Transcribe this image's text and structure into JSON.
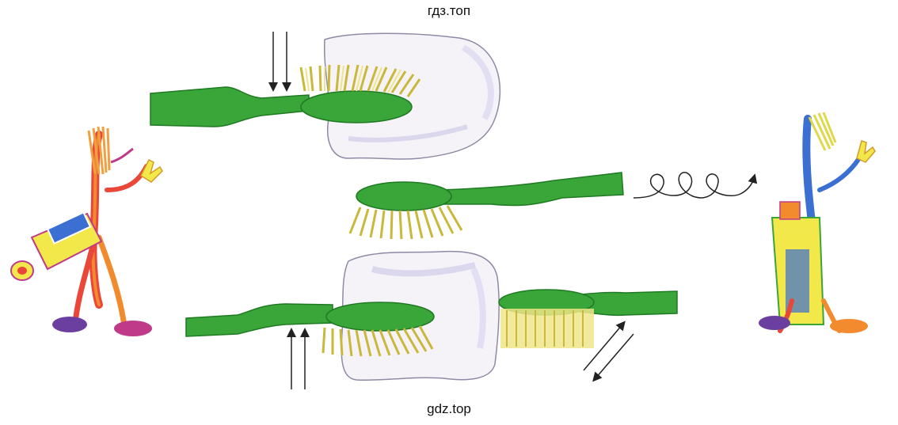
{
  "watermarks": {
    "top": "гдз.топ",
    "bottom": "gdz.top"
  },
  "illustration": {
    "subject": "toothbrushing-technique",
    "icons": [
      "toothbrush-icon",
      "tooth-icon",
      "arrow-down-icon",
      "arrow-up-icon",
      "spiral-arrow-icon",
      "diagonal-arrows-icon",
      "toothbrush-character-icon",
      "toothpaste-icon"
    ]
  },
  "colors": {
    "brush_green": "#3aa63a",
    "brush_green_dark": "#1f7a22",
    "bristle_yellow": "#e9e07a",
    "tooth_white": "#f4f1f6",
    "tooth_shadow": "#c9c6e6",
    "character_red": "#e8473a",
    "character_orange": "#f28a2e",
    "character_blue": "#3b6fd1",
    "character_purple": "#6b3fa0",
    "toothpaste_yellow": "#f2e84a"
  }
}
